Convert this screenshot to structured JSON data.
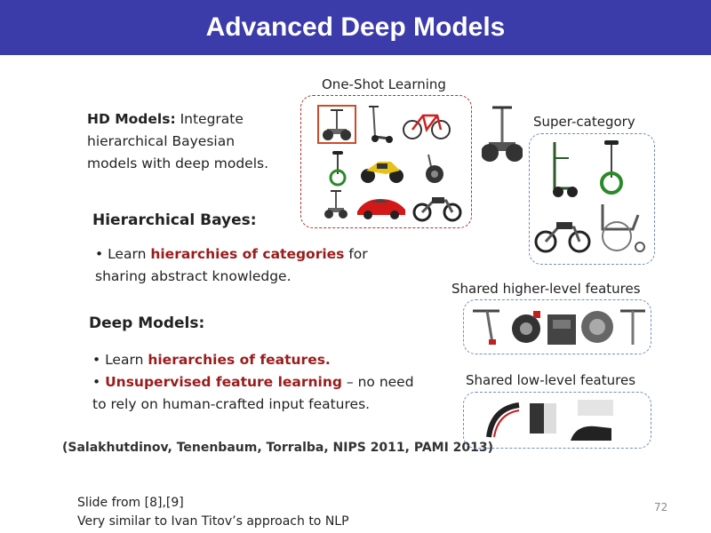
{
  "slide": {
    "title": "Advanced Deep Models",
    "hd_models_head": "HD Models:",
    "hd_models_text_1": " Integrate",
    "hd_models_text_2": "hierarchical Bayesian",
    "hd_models_text_3": "models with deep models.",
    "hb_head": "Hierarchical Bayes:",
    "hb_bullet_pre": "• Learn ",
    "hb_bullet_em": "hierarchies of categories",
    "hb_bullet_post": " for",
    "hb_bullet_line2": "sharing abstract knowledge.",
    "dm_head": "Deep Models:",
    "dm_b1_pre": "• Learn ",
    "dm_b1_em": "hierarchies of features.",
    "dm_b2_pre": "• ",
    "dm_b2_em": "Unsupervised feature learning",
    "dm_b2_post": " – no need",
    "dm_b2_line2": "to rely on human-crafted input features.",
    "citation": "(Salakhutdinov, Tenenbaum, Torralba, NIPS 2011, PAMI 2013)",
    "label_one_shot": "One-Shot Learning",
    "label_super": "Super-category",
    "label_higher": "Shared higher-level features",
    "label_low": "Shared low-level features",
    "footer_line1": "Slide from [8],[9]",
    "footer_line2": "Very similar to Ivan Titov’s approach to NLP",
    "page_number": "72"
  },
  "colors": {
    "title_bar": "#3b3ba9",
    "emphasis_red": "#9a1c1c",
    "red_dash": "#b03030",
    "blue_dash": "#6f8fc0"
  }
}
